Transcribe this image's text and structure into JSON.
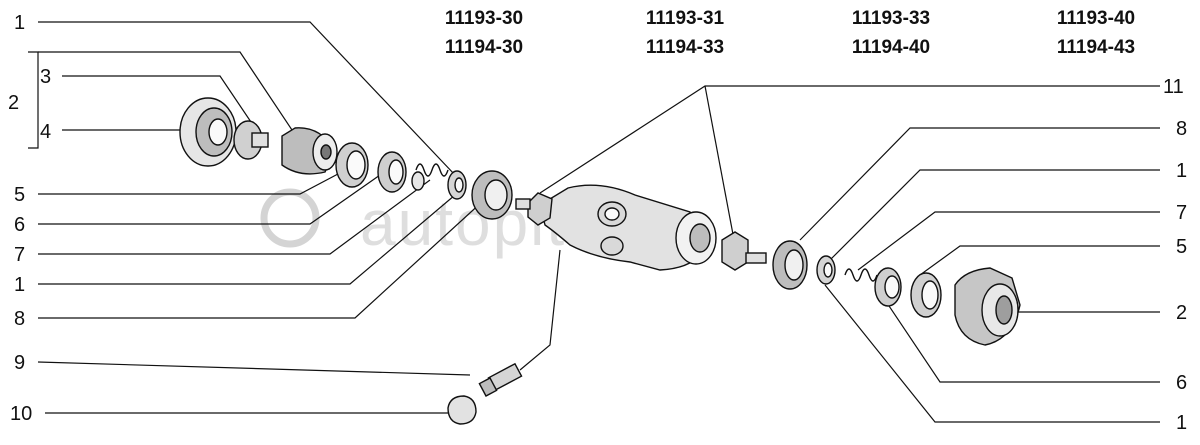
{
  "model_codes": [
    {
      "top": "11193-30",
      "bottom": "11194-30"
    },
    {
      "top": "11193-31",
      "bottom": "11194-33"
    },
    {
      "top": "11193-33",
      "bottom": "11194-40"
    },
    {
      "top": "11193-40",
      "bottom": "11194-43"
    }
  ],
  "callouts_left": [
    "1",
    "2",
    "3",
    "4",
    "5",
    "6",
    "7",
    "1",
    "8",
    "9",
    "10"
  ],
  "callouts_right": [
    "11",
    "8",
    "1",
    "7",
    "5",
    "2",
    "6",
    "1"
  ],
  "watermark": "autopiter.ru"
}
